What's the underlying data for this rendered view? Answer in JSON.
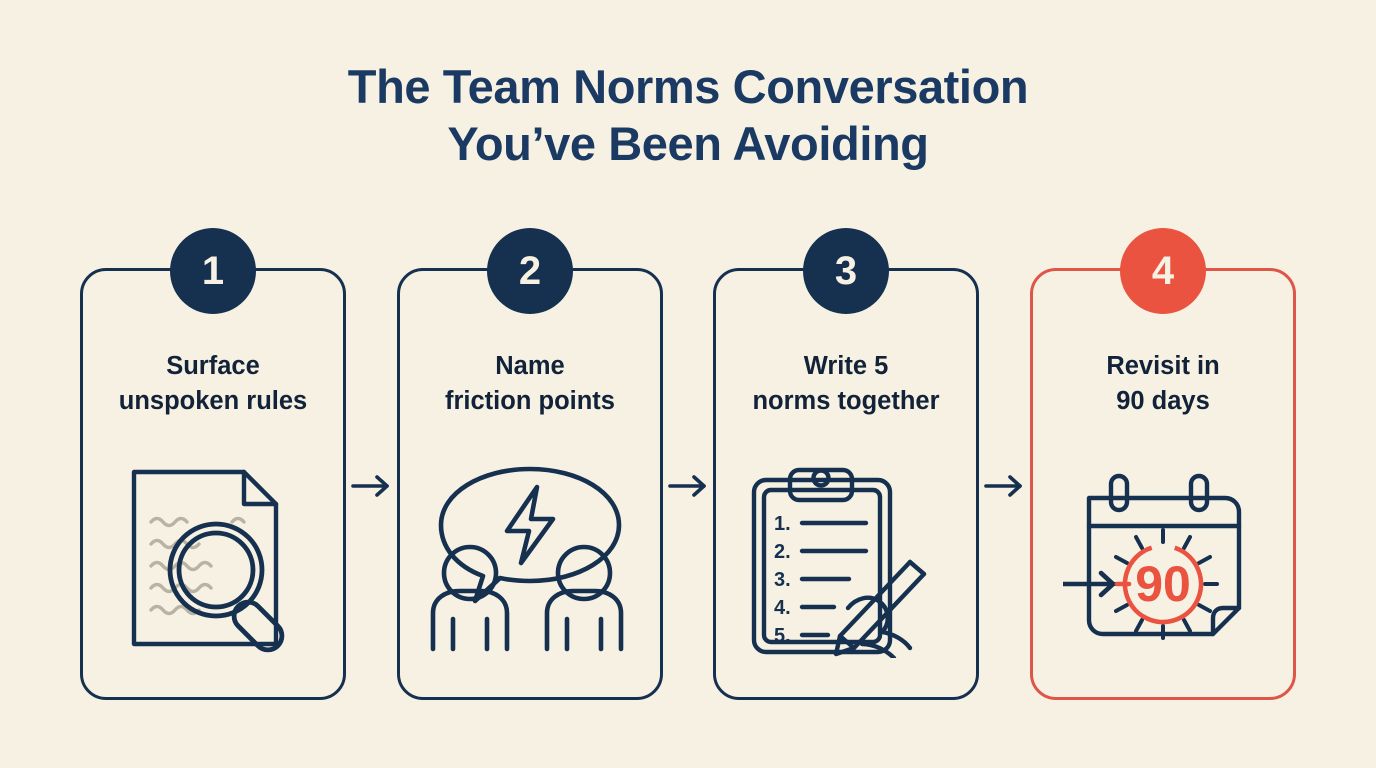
{
  "title": {
    "line1": "The Team Norms Conversation",
    "line2": "You’ve Been Avoiding",
    "color": "#1b3a63"
  },
  "theme": {
    "background": "#f6f1e3",
    "navy": "#16304f",
    "text_navy": "#122238",
    "accent_red": "#e9533f",
    "muted_line": "#b9b3a4"
  },
  "steps": [
    {
      "number": "1",
      "label_line1": "Surface",
      "label_line2": "unspoken rules",
      "icon": "document-magnifier-icon",
      "accent": false
    },
    {
      "number": "2",
      "label_line1": "Name",
      "label_line2": "friction points",
      "icon": "people-speech-bolt-icon",
      "accent": false
    },
    {
      "number": "3",
      "label_line1": "Write 5",
      "label_line2": "norms together",
      "icon": "clipboard-hand-pen-icon",
      "accent": false,
      "list_numbers": [
        "1.",
        "2.",
        "3.",
        "4.",
        "5."
      ]
    },
    {
      "number": "4",
      "label_line1": "Revisit in",
      "label_line2": "90 days",
      "icon": "calendar-90-days-icon",
      "accent": true,
      "icon_value": "90"
    }
  ],
  "connectors": [
    {
      "name": "arrow-step-1-to-2"
    },
    {
      "name": "arrow-step-2-to-3"
    },
    {
      "name": "arrow-step-3-to-4"
    }
  ]
}
